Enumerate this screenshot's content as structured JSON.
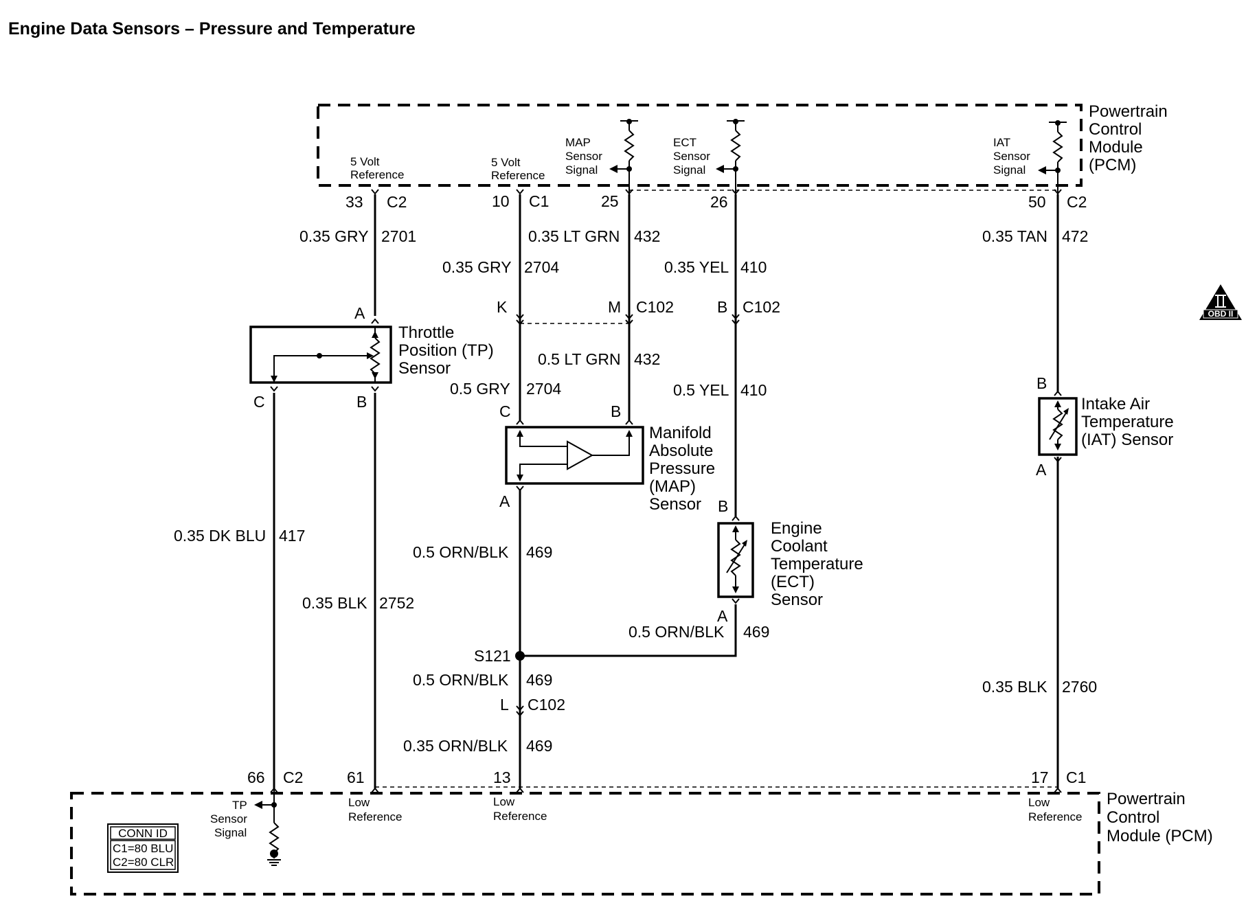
{
  "title": "Engine Data Sensors – Pressure and Temperature",
  "pcm_top": {
    "name": [
      "Powertrain",
      "Control",
      "Module",
      "(PCM)"
    ]
  },
  "pcm_bottom": {
    "name": [
      "Powertrain",
      "Control",
      "Module (PCM)"
    ]
  },
  "pcm_labels": {
    "ref5v_a": [
      "5 Volt",
      "Reference"
    ],
    "ref5v_b": [
      "5 Volt",
      "Reference"
    ],
    "map_signal": [
      "MAP",
      "Sensor",
      "Signal"
    ],
    "ect_signal": [
      "ECT",
      "Sensor",
      "Signal"
    ],
    "iat_signal": [
      "IAT",
      "Sensor",
      "Signal"
    ],
    "tp_signal": [
      "TP",
      "Sensor",
      "Signal"
    ],
    "low_ref_a": [
      "Low",
      "Reference"
    ],
    "low_ref_b": [
      "Low",
      "Reference"
    ],
    "low_ref_c": [
      "Low",
      "Reference"
    ]
  },
  "pins_top": [
    {
      "pin": "33",
      "conn": "C2"
    },
    {
      "pin": "10",
      "conn": "C1"
    },
    {
      "pin": "25",
      "conn": ""
    },
    {
      "pin": "26",
      "conn": ""
    },
    {
      "pin": "50",
      "conn": "C2"
    }
  ],
  "pins_bottom": [
    {
      "pin": "66",
      "conn": "C2"
    },
    {
      "pin": "61",
      "conn": ""
    },
    {
      "pin": "13",
      "conn": ""
    },
    {
      "pin": "17",
      "conn": "C1"
    }
  ],
  "wires": {
    "w2701": {
      "gauge": "0.35 GRY",
      "circuit": "2701"
    },
    "w2704_top": {
      "gauge": "0.35 GRY",
      "circuit": "2704"
    },
    "w432_top": {
      "gauge": "0.35 LT GRN",
      "circuit": "432"
    },
    "w410_top": {
      "gauge": "0.35 YEL",
      "circuit": "410"
    },
    "w472": {
      "gauge": "0.35 TAN",
      "circuit": "472"
    },
    "w432_bot": {
      "gauge": "0.5 LT GRN",
      "circuit": "432"
    },
    "w2704_bot": {
      "gauge": "0.5 GRY",
      "circuit": "2704"
    },
    "w410_bot": {
      "gauge": "0.5 YEL",
      "circuit": "410"
    },
    "w417": {
      "gauge": "0.35 DK BLU",
      "circuit": "417"
    },
    "w2752": {
      "gauge": "0.35 BLK",
      "circuit": "2752"
    },
    "w469_map": {
      "gauge": "0.5 ORN/BLK",
      "circuit": "469"
    },
    "w469_ect": {
      "gauge": "0.5 ORN/BLK",
      "circuit": "469"
    },
    "w469_splice": {
      "gauge": "0.5 ORN/BLK",
      "circuit": "469"
    },
    "w469_pcm": {
      "gauge": "0.35 ORN/BLK",
      "circuit": "469"
    },
    "w2760": {
      "gauge": "0.35 BLK",
      "circuit": "2760"
    }
  },
  "connectors": {
    "c102_k": {
      "term": "K"
    },
    "c102_m": {
      "term": "M",
      "conn": "C102"
    },
    "c102_b": {
      "term": "B",
      "conn": "C102"
    },
    "c102_l": {
      "term": "L",
      "conn": "C102"
    }
  },
  "splice": {
    "id": "S121"
  },
  "components": {
    "tp": {
      "name": [
        "Throttle",
        "Position (TP)",
        "Sensor"
      ],
      "pins": {
        "a": "A",
        "b": "B",
        "c": "C"
      }
    },
    "map": {
      "name": [
        "Manifold",
        "Absolute",
        "Pressure",
        "(MAP)",
        "Sensor"
      ],
      "pins": {
        "c": "C",
        "b": "B",
        "a": "A"
      }
    },
    "ect": {
      "name": [
        "Engine",
        "Coolant",
        "Temperature",
        "(ECT)",
        "Sensor"
      ],
      "pins": {
        "b": "B",
        "a": "A"
      }
    },
    "iat": {
      "name": [
        "Intake Air",
        "Temperature",
        "(IAT) Sensor"
      ],
      "pins": {
        "b": "B",
        "a": "A"
      }
    }
  },
  "conn_id": {
    "header": "CONN ID",
    "c1": "C1=80 BLU",
    "c2": "C2=80 CLR"
  },
  "obd_badge": {
    "text": "OBD II"
  }
}
